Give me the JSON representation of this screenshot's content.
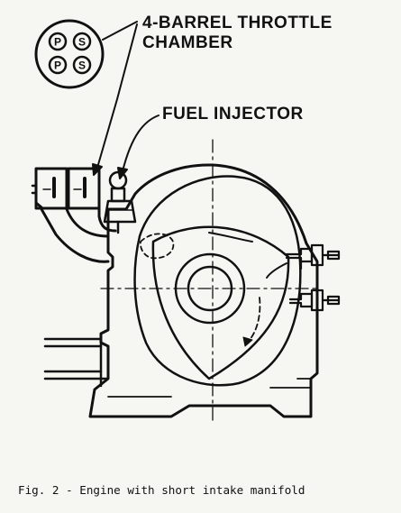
{
  "labels": {
    "throttle_line1": "4-BARREL THROTTLE",
    "throttle_line2": "CHAMBER",
    "fuel_injector": "FUEL INJECTOR"
  },
  "throttle_ports": [
    "P",
    "S",
    "P",
    "S"
  ],
  "caption": "Fig. 2 - Engine with short intake manifold",
  "colors": {
    "ink": "#111111",
    "paper": "#f6f6f3"
  }
}
